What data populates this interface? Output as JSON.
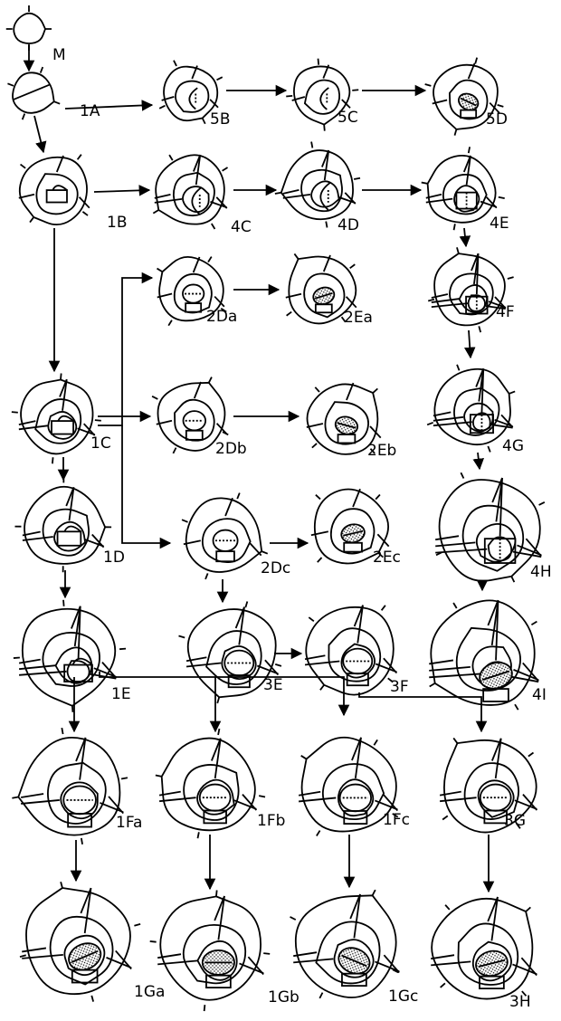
{
  "labels": {
    "M": "M",
    "s1A": "1A",
    "s5B": "5B",
    "s5C": "5C",
    "s5D": "5D",
    "s1B": "1B",
    "s4C": "4C",
    "s4D": "4D",
    "s4E": "4E",
    "s2Da": "2Da",
    "s2Ea": "2Ea",
    "s4F": "4F",
    "s1C": "1C",
    "s2Db": "2Db",
    "s2Eb": "2Eb",
    "s4G": "4G",
    "s1D": "1D",
    "s2Dc": "2Dc",
    "s2Ec": "2Ec",
    "s4H": "4H",
    "s1E": "1E",
    "s3E": "3E",
    "s3F": "3F",
    "s4I": "4I",
    "s1Fa": "1Fa",
    "s1Fb": "1Fb",
    "s1Fc": "1Fc",
    "s3G": "3G",
    "s1Ga": "1Ga",
    "s1Gb": "1Gb",
    "s1Gc": "1Gc",
    "s3H": "3H"
  },
  "colors": {
    "ink": "#000000",
    "stipple": "#b5b5b5",
    "paper": "#ffffff"
  }
}
